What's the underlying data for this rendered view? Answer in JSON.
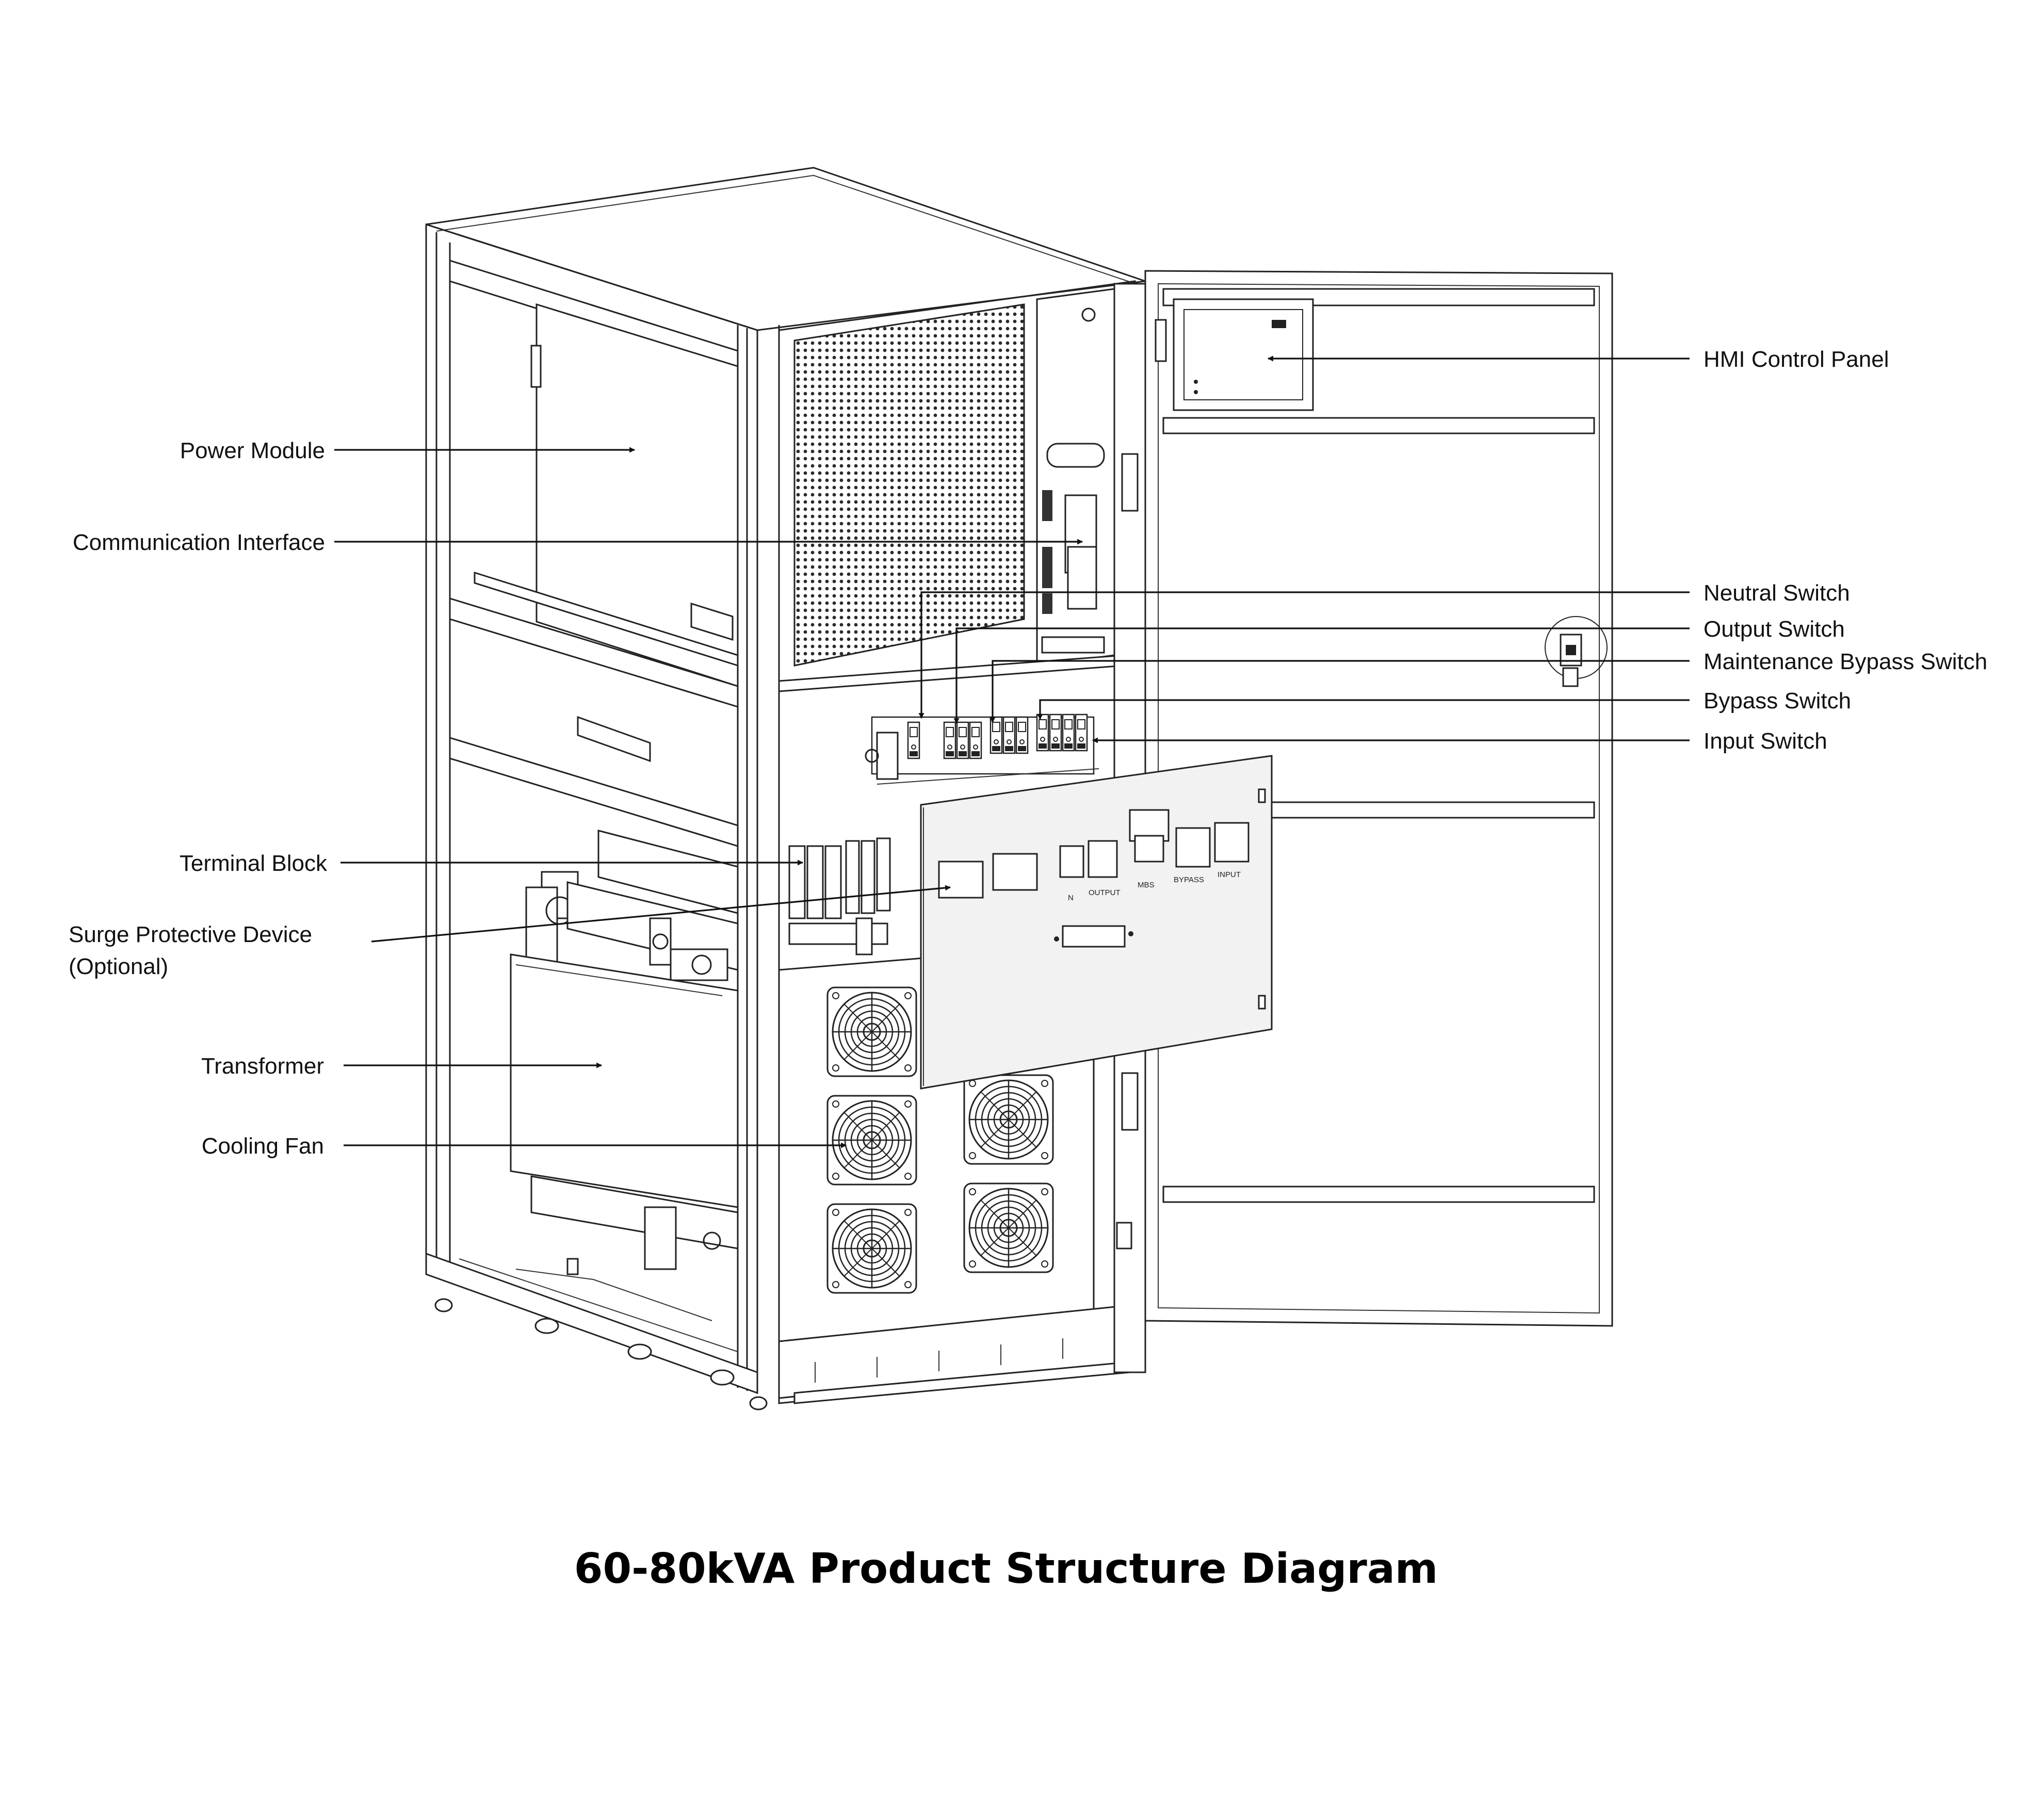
{
  "title": "60-80kVA Product Structure Diagram",
  "callouts": {
    "hmi_control_panel": "HMI Control Panel",
    "power_module": "Power Module",
    "communication_interface": "Communication Interface",
    "neutral_switch": "Neutral Switch",
    "output_switch": "Output Switch",
    "maintenance_bypass_switch": "Maintenance Bypass Switch",
    "bypass_switch": "Bypass Switch",
    "input_switch": "Input Switch",
    "terminal_block": "Terminal Block",
    "surge_protective_device_line1": "Surge Protective Device",
    "surge_protective_device_line2": "(Optional)",
    "transformer": "Transformer",
    "cooling_fan": "Cooling Fan"
  },
  "switch_panel_labels": {
    "n": "N",
    "output": "OUTPUT",
    "mbs": "MBS",
    "bypass": "BYPASS",
    "input": "INPUT"
  },
  "icons": [
    "arrowhead-icon",
    "cooling-fan-icon",
    "hinge-icon",
    "lock-icon"
  ]
}
